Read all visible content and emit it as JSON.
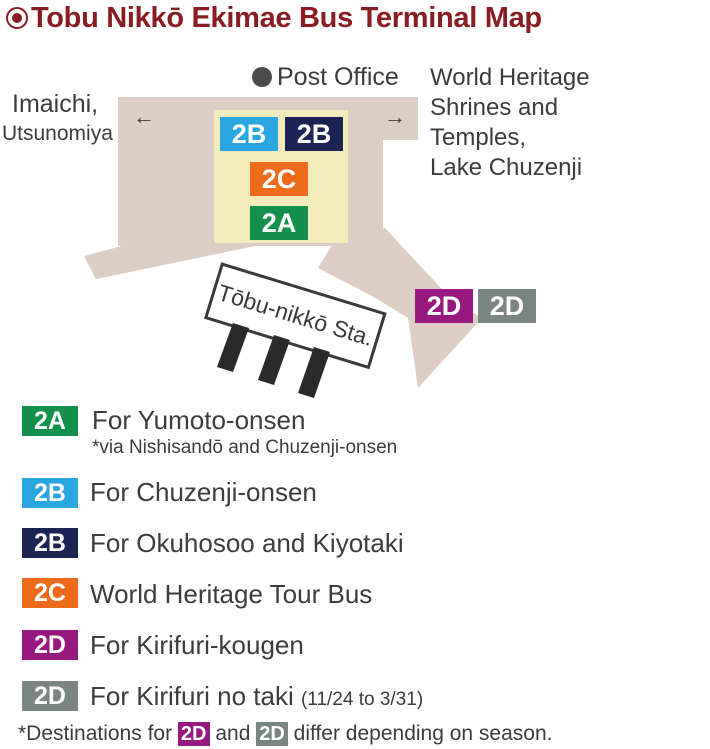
{
  "title": "Tobu Nikkō Ekimae Bus Terminal Map",
  "colors": {
    "title": "#8a1d24",
    "road": "#dccdc5",
    "platform": "#f1ecb9",
    "2A": "#14904d",
    "2B_light": "#2aa7e0",
    "2B_dark": "#1c2456",
    "2C": "#ed6b1b",
    "2D_purple": "#97197f",
    "2D_gray": "#7b8583"
  },
  "map": {
    "post_office": "Post Office",
    "left_dest": [
      "Imaichi,",
      "Utsunomiya"
    ],
    "right_dest": [
      "World Heritage",
      "Shrines and",
      "Temples,",
      "Lake Chuzenji"
    ],
    "left_arrow": "←",
    "right_arrow": "→",
    "station": "Tōbu-nikkō Sta.",
    "badges": {
      "b2b_light": "2B",
      "b2b_dark": "2B",
      "b2c": "2C",
      "b2a": "2A",
      "b2d_purple": "2D",
      "b2d_gray": "2D"
    }
  },
  "legend": [
    {
      "code": "2A",
      "text": "For Yumoto-onsen",
      "note": "*via Nishisandō and Chuzenji-onsen"
    },
    {
      "code": "2B",
      "text": "For Chuzenji-onsen"
    },
    {
      "code": "2B",
      "text": "For Okuhosoo and Kiyotaki"
    },
    {
      "code": "2C",
      "text": "World Heritage Tour Bus"
    },
    {
      "code": "2D",
      "text": "For Kirifuri-kougen"
    },
    {
      "code": "2D",
      "text": "For Kirifuri no taki",
      "note": "(11/24 to 3/31)"
    }
  ],
  "footnote": {
    "prefix": "*Destinations for",
    "badge1": "2D",
    "middle": "and",
    "badge2": "2D",
    "suffix": "differ depending on season."
  }
}
